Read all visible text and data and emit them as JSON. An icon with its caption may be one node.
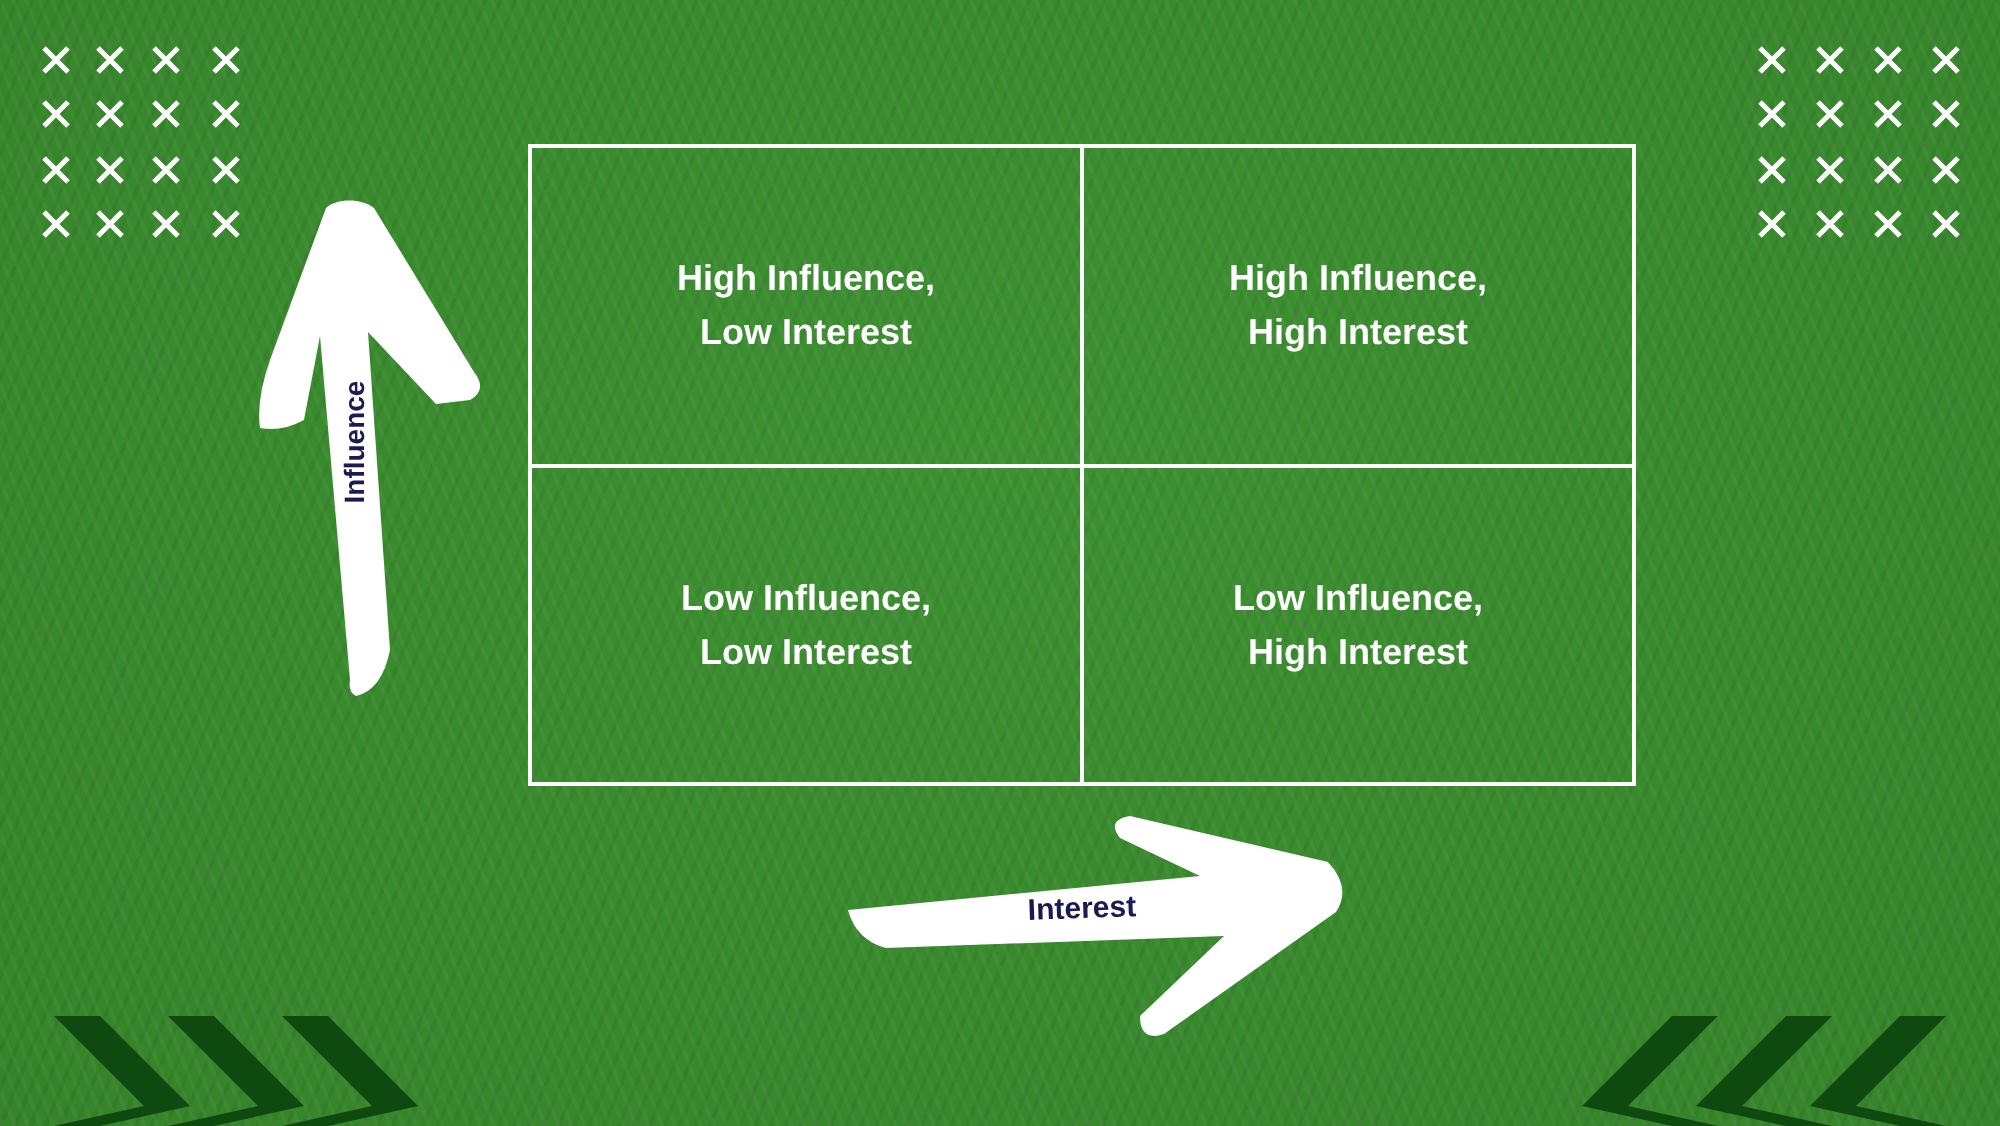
{
  "diagram": {
    "nodes": [
      {
        "text": [
          "High Influence, Low Interest"
        ]
      },
      {
        "text": [
          "High Influence, High Interest"
        ]
      },
      {
        "text": [
          "Low Influence, Low Interest"
        ]
      },
      {
        "text": [
          "Low Influence, High Interest"
        ]
      }
    ],
    "labels": [
      "Influence",
      "Interest"
    ]
  }
}
